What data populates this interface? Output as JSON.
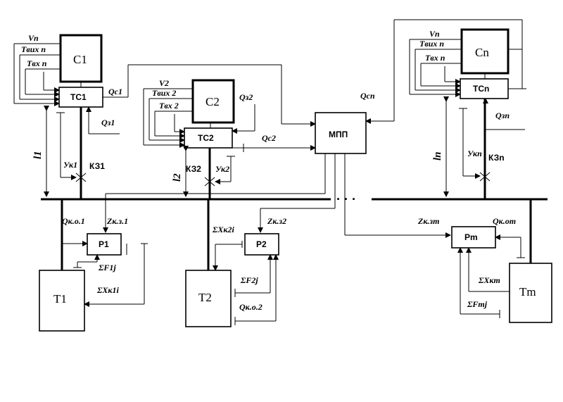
{
  "blocks": {
    "c1": "C1",
    "tc1": "TC1",
    "c2": "C2",
    "tc2": "TC2",
    "cn": "Cn",
    "tcn": "TCn",
    "mpp": "МПП",
    "p1": "P1",
    "p2": "P2",
    "pm": "Pm",
    "t1": "T1",
    "t2": "T2",
    "tm": "Tm"
  },
  "signals": {
    "v1": "Vn",
    "tout1": "Tвих n",
    "tin1": "Tвх n",
    "v2": "V2",
    "tout2": "Tвих 2",
    "tin2": "Tвх 2",
    "vn": "Vn",
    "toutn": "Tвих n",
    "tinn": "Tвх n",
    "qc1": "Qc1",
    "qc2": "Qc2",
    "qcn": "Qcn",
    "qz1": "Qз1",
    "qz2": "Qз2",
    "qzn": "Qзn",
    "uk1": "Ук1",
    "uk2": "Ук2",
    "ukn": "Укn",
    "kz1": "КЗ1",
    "kz2": "КЗ2",
    "kzn": "КЗn",
    "l1": "l1",
    "l2": "l2",
    "ln": "ln",
    "qko1": "Qк.о.1",
    "zkz1": "Zк.з.1",
    "sf1": "ΣF1j",
    "sxk1": "ΣXк1i",
    "sxk2": "ΣXк2i",
    "zkz2": "Zк.з2",
    "sf2": "ΣF2j",
    "qko2": "Qк.о.2",
    "zkzm": "Zк.зm",
    "qkom": "Qк.оm",
    "sxkm": "ΣXкm",
    "sfm": "ΣFmj",
    "dots": "· · ·"
  }
}
